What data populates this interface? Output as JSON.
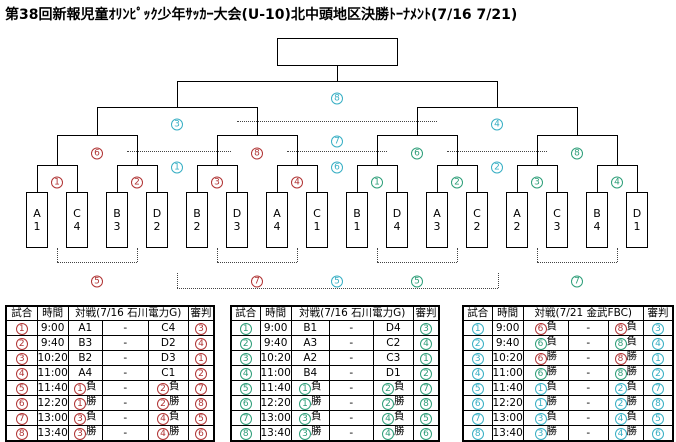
{
  "title": "第38回新報児童ｵﾘﾝﾋﾟｯｸ少年ｻｯｶｰ大会(U-10)北中頭地区決勝ﾄｰﾅﾒﾝﾄ(7/16 7/21)",
  "colors": {
    "red": "#b03434",
    "green": "#2e9e79",
    "teal": "#38afc4",
    "black": "#000000"
  },
  "bracket": {
    "left_teams": [
      "A1",
      "C4",
      "B3",
      "D2",
      "B2",
      "D3",
      "A4",
      "C1"
    ],
    "right_teams": [
      "B1",
      "D4",
      "A3",
      "C2",
      "A2",
      "C3",
      "B4",
      "D1"
    ],
    "day1_left": {
      "color": "red",
      "round1": [
        "①",
        "②",
        "③",
        "④"
      ],
      "winners": [
        "⑥",
        "⑧"
      ],
      "losers": [
        "⑤",
        "⑦"
      ]
    },
    "day1_right": {
      "color": "green",
      "round1": [
        "①",
        "②",
        "③",
        "④"
      ],
      "winners": [
        "⑥",
        "⑧"
      ],
      "losers": [
        "⑤",
        "⑦"
      ]
    },
    "day2": {
      "color": "teal",
      "semifinal_left": "③",
      "semifinal_right": "④",
      "final": "⑧",
      "third_place": "⑦",
      "consolation_left": "①",
      "consolation_right": "②",
      "consolation_winners": "⑥",
      "consolation_losers": "⑤"
    }
  },
  "tables": [
    {
      "name": "day1-left",
      "color": "red",
      "headers": {
        "match": "試合",
        "time": "時間",
        "vs": "対戦(7/16 石川電力G)",
        "referee": "審判"
      },
      "rows": [
        {
          "no": "①",
          "time": "9:00",
          "home": [
            [
              "A1",
              "black"
            ]
          ],
          "vs": "-",
          "away": [
            [
              "C4",
              "black"
            ]
          ],
          "ref": [
            [
              "③",
              "red"
            ]
          ]
        },
        {
          "no": "②",
          "time": "9:40",
          "home": [
            [
              "B3",
              "black"
            ]
          ],
          "vs": "-",
          "away": [
            [
              "D2",
              "black"
            ]
          ],
          "ref": [
            [
              "④",
              "red"
            ]
          ]
        },
        {
          "no": "③",
          "time": "10:20",
          "home": [
            [
              "B2",
              "black"
            ]
          ],
          "vs": "-",
          "away": [
            [
              "D3",
              "black"
            ]
          ],
          "ref": [
            [
              "①",
              "red"
            ]
          ]
        },
        {
          "no": "④",
          "time": "11:00",
          "home": [
            [
              "A4",
              "black"
            ]
          ],
          "vs": "-",
          "away": [
            [
              "C1",
              "black"
            ]
          ],
          "ref": [
            [
              "②",
              "red"
            ]
          ]
        },
        {
          "no": "⑤",
          "time": "11:40",
          "home": [
            [
              "①",
              "red"
            ],
            [
              "負",
              "black"
            ]
          ],
          "vs": "-",
          "away": [
            [
              "②",
              "red"
            ],
            [
              "負",
              "black"
            ]
          ],
          "ref": [
            [
              "⑦",
              "red"
            ]
          ]
        },
        {
          "no": "⑥",
          "time": "12:20",
          "home": [
            [
              "①",
              "red"
            ],
            [
              "勝",
              "black"
            ]
          ],
          "vs": "-",
          "away": [
            [
              "②",
              "red"
            ],
            [
              "勝",
              "black"
            ]
          ],
          "ref": [
            [
              "⑧",
              "red"
            ]
          ]
        },
        {
          "no": "⑦",
          "time": "13:00",
          "home": [
            [
              "③",
              "red"
            ],
            [
              "負",
              "black"
            ]
          ],
          "vs": "-",
          "away": [
            [
              "④",
              "red"
            ],
            [
              "負",
              "black"
            ]
          ],
          "ref": [
            [
              "⑤",
              "red"
            ]
          ]
        },
        {
          "no": "⑧",
          "time": "13:40",
          "home": [
            [
              "③",
              "red"
            ],
            [
              "勝",
              "black"
            ]
          ],
          "vs": "-",
          "away": [
            [
              "④",
              "red"
            ],
            [
              "勝",
              "black"
            ]
          ],
          "ref": [
            [
              "⑥",
              "red"
            ]
          ]
        }
      ]
    },
    {
      "name": "day1-right",
      "color": "green",
      "headers": {
        "match": "試合",
        "time": "時間",
        "vs": "対戦(7/16 石川電力G)",
        "referee": "審判"
      },
      "rows": [
        {
          "no": "①",
          "time": "9:00",
          "home": [
            [
              "B1",
              "black"
            ]
          ],
          "vs": "-",
          "away": [
            [
              "D4",
              "black"
            ]
          ],
          "ref": [
            [
              "③",
              "green"
            ]
          ]
        },
        {
          "no": "②",
          "time": "9:40",
          "home": [
            [
              "A3",
              "black"
            ]
          ],
          "vs": "-",
          "away": [
            [
              "C2",
              "black"
            ]
          ],
          "ref": [
            [
              "④",
              "green"
            ]
          ]
        },
        {
          "no": "③",
          "time": "10:20",
          "home": [
            [
              "A2",
              "black"
            ]
          ],
          "vs": "-",
          "away": [
            [
              "C3",
              "black"
            ]
          ],
          "ref": [
            [
              "①",
              "green"
            ]
          ]
        },
        {
          "no": "④",
          "time": "11:00",
          "home": [
            [
              "B4",
              "black"
            ]
          ],
          "vs": "-",
          "away": [
            [
              "D1",
              "black"
            ]
          ],
          "ref": [
            [
              "②",
              "green"
            ]
          ]
        },
        {
          "no": "⑤",
          "time": "11:40",
          "home": [
            [
              "①",
              "green"
            ],
            [
              "負",
              "black"
            ]
          ],
          "vs": "-",
          "away": [
            [
              "②",
              "green"
            ],
            [
              "負",
              "black"
            ]
          ],
          "ref": [
            [
              "⑦",
              "green"
            ]
          ]
        },
        {
          "no": "⑥",
          "time": "12:20",
          "home": [
            [
              "①",
              "green"
            ],
            [
              "勝",
              "black"
            ]
          ],
          "vs": "-",
          "away": [
            [
              "②",
              "green"
            ],
            [
              "勝",
              "black"
            ]
          ],
          "ref": [
            [
              "⑧",
              "green"
            ]
          ]
        },
        {
          "no": "⑦",
          "time": "13:00",
          "home": [
            [
              "③",
              "green"
            ],
            [
              "負",
              "black"
            ]
          ],
          "vs": "-",
          "away": [
            [
              "④",
              "green"
            ],
            [
              "負",
              "black"
            ]
          ],
          "ref": [
            [
              "⑤",
              "green"
            ]
          ]
        },
        {
          "no": "⑧",
          "time": "13:40",
          "home": [
            [
              "③",
              "green"
            ],
            [
              "勝",
              "black"
            ]
          ],
          "vs": "-",
          "away": [
            [
              "④",
              "green"
            ],
            [
              "勝",
              "black"
            ]
          ],
          "ref": [
            [
              "⑥",
              "green"
            ]
          ]
        }
      ]
    },
    {
      "name": "day2",
      "color": "teal",
      "headers": {
        "match": "試合",
        "time": "時間",
        "vs": "対戦(7/21 金武FBC)",
        "referee": "審判"
      },
      "rows": [
        {
          "no": "①",
          "time": "9:00",
          "home": [
            [
              "⑥",
              "red"
            ],
            [
              "負",
              "black"
            ]
          ],
          "vs": "-",
          "away": [
            [
              "⑧",
              "red"
            ],
            [
              "負",
              "black"
            ]
          ],
          "ref": [
            [
              "③",
              "teal"
            ]
          ]
        },
        {
          "no": "②",
          "time": "9:40",
          "home": [
            [
              "⑥",
              "green"
            ],
            [
              "負",
              "black"
            ]
          ],
          "vs": "-",
          "away": [
            [
              "⑧",
              "green"
            ],
            [
              "負",
              "black"
            ]
          ],
          "ref": [
            [
              "④",
              "teal"
            ]
          ]
        },
        {
          "no": "③",
          "time": "10:20",
          "home": [
            [
              "⑥",
              "red"
            ],
            [
              "勝",
              "black"
            ]
          ],
          "vs": "-",
          "away": [
            [
              "⑧",
              "red"
            ],
            [
              "勝",
              "black"
            ]
          ],
          "ref": [
            [
              "①",
              "teal"
            ]
          ]
        },
        {
          "no": "④",
          "time": "11:00",
          "home": [
            [
              "⑥",
              "green"
            ],
            [
              "勝",
              "black"
            ]
          ],
          "vs": "-",
          "away": [
            [
              "⑧",
              "green"
            ],
            [
              "勝",
              "black"
            ]
          ],
          "ref": [
            [
              "②",
              "teal"
            ]
          ]
        },
        {
          "no": "⑤",
          "time": "11:40",
          "home": [
            [
              "①",
              "teal"
            ],
            [
              "負",
              "black"
            ]
          ],
          "vs": "-",
          "away": [
            [
              "②",
              "teal"
            ],
            [
              "負",
              "black"
            ]
          ],
          "ref": [
            [
              "⑦",
              "teal"
            ]
          ]
        },
        {
          "no": "⑥",
          "time": "12:20",
          "home": [
            [
              "①",
              "teal"
            ],
            [
              "勝",
              "black"
            ]
          ],
          "vs": "-",
          "away": [
            [
              "②",
              "teal"
            ],
            [
              "勝",
              "black"
            ]
          ],
          "ref": [
            [
              "⑧",
              "teal"
            ]
          ]
        },
        {
          "no": "⑦",
          "time": "13:00",
          "home": [
            [
              "③",
              "teal"
            ],
            [
              "負",
              "black"
            ]
          ],
          "vs": "-",
          "away": [
            [
              "④",
              "teal"
            ],
            [
              "負",
              "black"
            ]
          ],
          "ref": [
            [
              "⑤",
              "teal"
            ]
          ]
        },
        {
          "no": "⑧",
          "time": "13:40",
          "home": [
            [
              "③",
              "teal"
            ],
            [
              "勝",
              "black"
            ]
          ],
          "vs": "-",
          "away": [
            [
              "④",
              "teal"
            ],
            [
              "勝",
              "black"
            ]
          ],
          "ref": [
            [
              "⑥",
              "teal"
            ]
          ]
        }
      ]
    }
  ]
}
